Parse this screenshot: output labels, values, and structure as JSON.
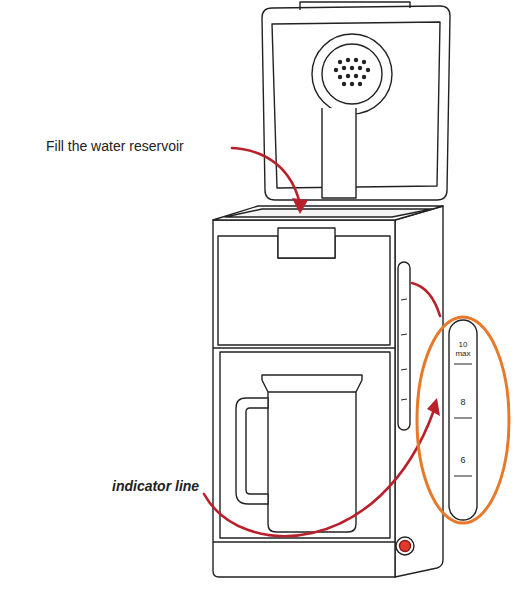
{
  "diagram": {
    "nodes": [
      {
        "text": [
          "10 max",
          "8",
          "6"
        ]
      }
    ],
    "labels": [
      "Fill the water reservoir",
      "indicator line"
    ]
  }
}
